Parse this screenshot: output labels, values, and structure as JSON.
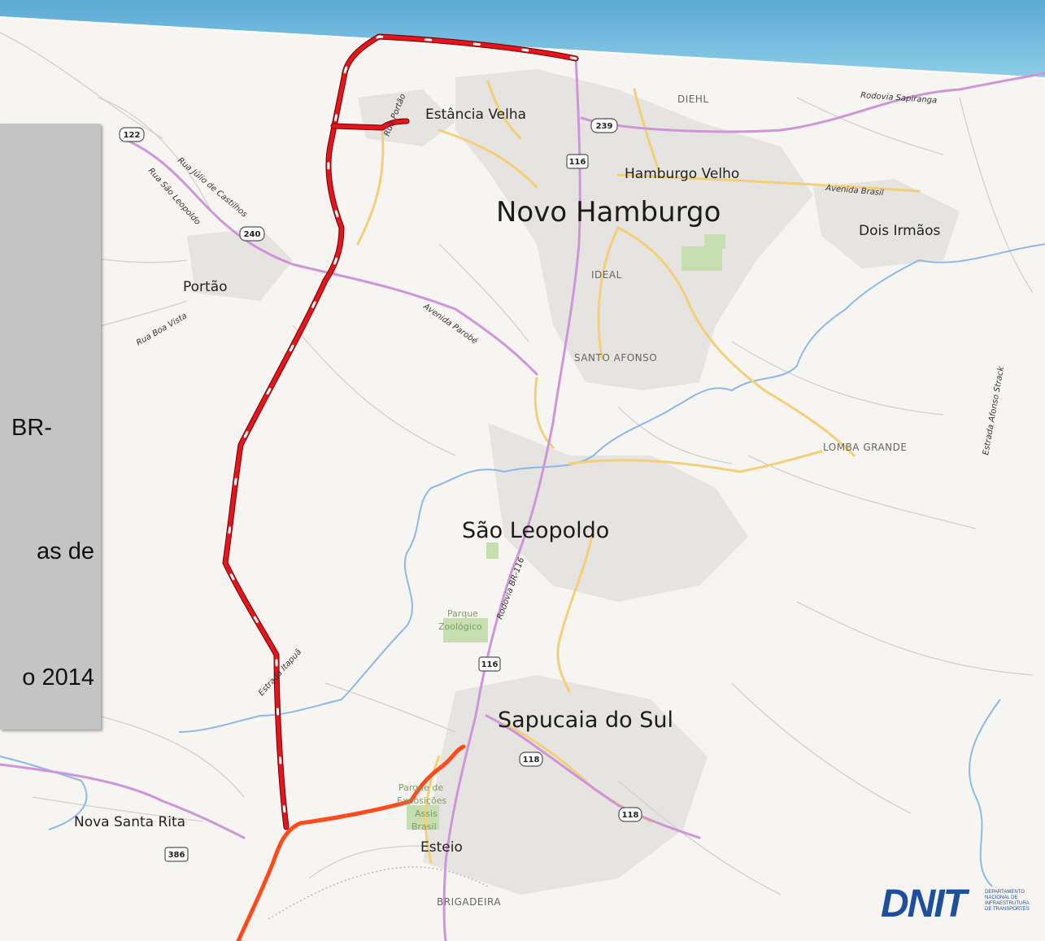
{
  "panel": {
    "lines": [
      "BR-",
      "as de",
      "o 2014"
    ]
  },
  "map": {
    "cities": {
      "novo_hamburgo": "Novo Hamburgo",
      "sao_leopoldo": "São Leopoldo",
      "sapucaia_do_sul": "Sapucaia do Sul",
      "estancia_velha": "Estância Velha",
      "hamburgo_velho": "Hamburgo Velho",
      "dois_irmaos": "Dois Irmãos",
      "portao": "Portão",
      "nova_santa_rita": "Nova Santa Rita",
      "esteio": "Esteio"
    },
    "districts": {
      "diehl": "DIEHL",
      "ideal": "IDEAL",
      "santo_afonso": "SANTO AFONSO",
      "lomba_grande": "LOMBA GRANDE",
      "brigadeira": "BRIGADEIRA"
    },
    "roads": {
      "rodovia_sapiranga": "Rodovia Sapiranga",
      "avenida_brasil": "Avenida Brasil",
      "rua_portao": "Rua Portão",
      "rua_julio_de_castilhos": "Rua Júlio de Castilhos",
      "rua_sao_leopoldo": "Rua São Leopoldo",
      "rua_boa_vista": "Rua Boa Vista",
      "avenida_parobe": "Avenida Parobé",
      "estrada_afonso_strack": "Estrada Afonso Strack",
      "rodovia_br116": "Rodovia BR-116",
      "estrada_itapua": "Estrada Itapuã"
    },
    "parks": {
      "parque_zoologico_1": "Parque",
      "parque_zoologico_2": "Zoológico",
      "parque_exposicoes_1": "Parque de",
      "parque_exposicoes_2": "Exposições",
      "parque_exposicoes_3": "Assis",
      "parque_exposicoes_4": "Brasil"
    },
    "shields": {
      "s122": "122",
      "s240": "240",
      "s239": "239",
      "s116a": "116",
      "s116b": "116",
      "s118a": "118",
      "s118b": "118",
      "s386": "386"
    }
  },
  "logo": {
    "name": "DNIT",
    "subtitle": "Departamento Nacional de Infraestrutura de Transportes"
  },
  "colors": {
    "route_dashed": "#e8141b",
    "route_solid": "#ff4a1c",
    "highway": "#cf95d9",
    "main_road": "#f3cf78",
    "river": "#8db8e8",
    "banner": "#7ec3e0",
    "panel": "#c4c4c4",
    "logo": "#1e4f9c"
  }
}
